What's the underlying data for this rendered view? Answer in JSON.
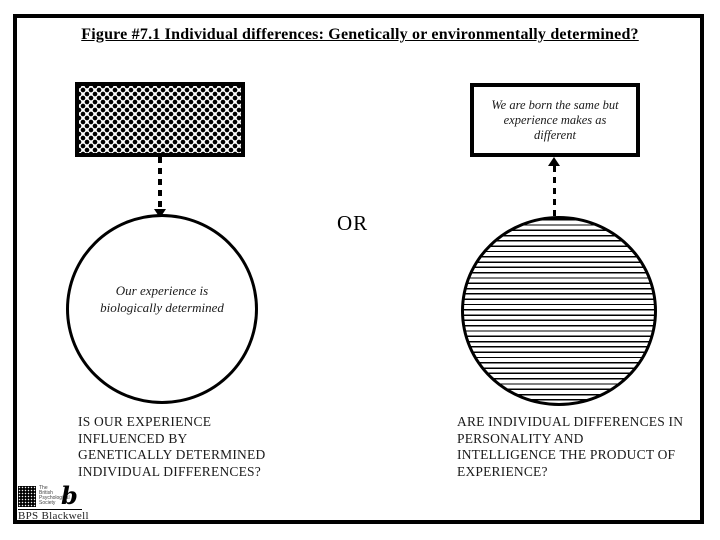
{
  "slide": {
    "title": "Figure #7.1 Individual differences: Genetically or environmentally determined?",
    "or_label": "OR",
    "colors": {
      "ink": "#000000",
      "paper": "#ffffff",
      "text": "#1a1a1a"
    }
  },
  "left_branch": {
    "source_shape": "crosshatched-rectangle",
    "circle_lines": [
      "Our experience is",
      "biologically determined"
    ],
    "caption_lines": [
      "IS OUR EXPERIENCE",
      "INFLUENCED BY",
      "GENETICALLY DETERMINED",
      "INDIVIDUAL DIFFERENCES?"
    ]
  },
  "right_branch": {
    "box_lines": [
      "We are born the same but",
      "experience makes as",
      "different"
    ],
    "caption_lines": [
      "ARE INDIVIDUAL DIFFERENCES IN",
      "PERSONALITY AND",
      "INTELLIGENCE THE PRODUCT OF",
      "EXPERIENCE?"
    ]
  },
  "footer": {
    "society_lines": [
      "The",
      "British",
      "Psychological",
      "Society"
    ],
    "blackwell_glyph": "b",
    "brand": "BPS Blackwell"
  }
}
